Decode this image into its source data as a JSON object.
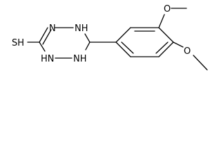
{
  "molecule": {
    "atom_labels": {
      "sh": "SH",
      "n1": "N",
      "nh2": "NH",
      "hn4": "HN",
      "nh5": "NH",
      "o_meta": "O",
      "o_para": "O"
    }
  },
  "colors": {
    "background": "#ffffff",
    "ink": "#000000"
  }
}
